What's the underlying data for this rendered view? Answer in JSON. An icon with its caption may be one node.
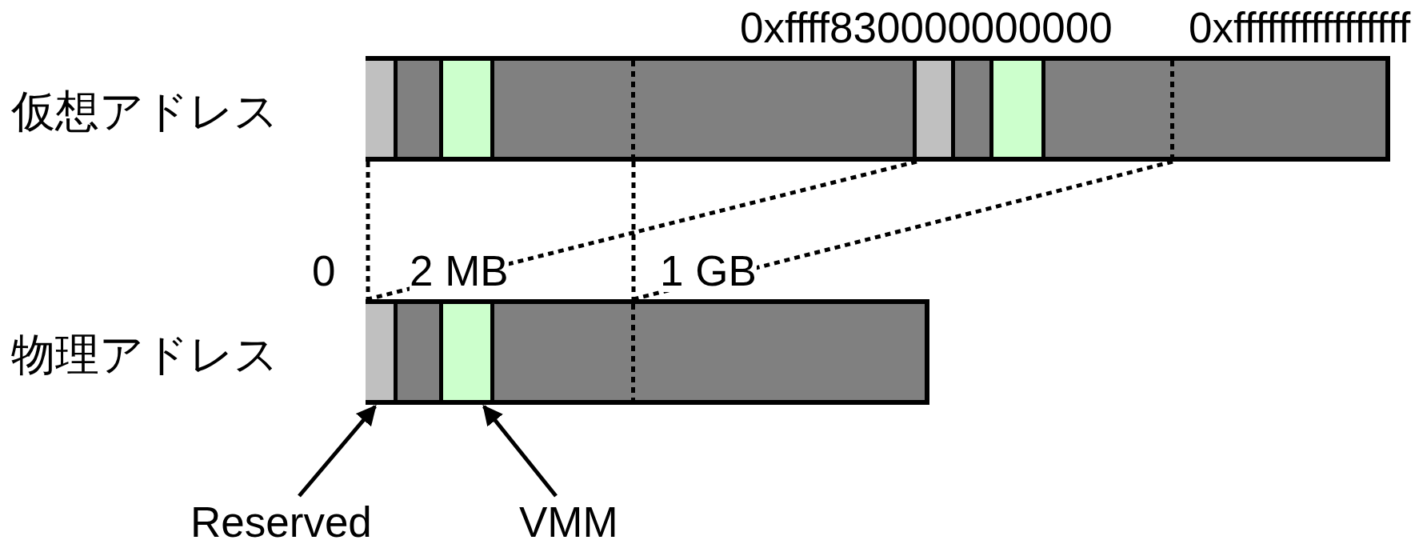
{
  "diagram": {
    "nodes": [
      {
        "text": [],
        "shape": "bar",
        "beside": [
          "仮想アドレス"
        ]
      },
      {
        "text": [],
        "shape": "bar",
        "in": 0
      },
      {
        "text": [],
        "shape": "bar",
        "in": 0
      },
      {
        "text": [],
        "shape": "bar",
        "in": 0
      },
      {
        "text": [],
        "shape": "bar",
        "in": 0
      },
      {
        "text": [],
        "shape": "bar",
        "in": 0
      },
      {
        "text": [],
        "shape": "bar",
        "in": 0
      },
      {
        "text": [],
        "shape": "bar",
        "in": 0
      },
      {
        "text": [],
        "shape": "bar",
        "in": 0
      },
      {
        "text": [],
        "shape": "bar",
        "beside": [
          "物理アドレス"
        ]
      },
      {
        "text": [],
        "shape": "bar",
        "in": 9
      },
      {
        "text": [],
        "shape": "bar",
        "in": 9
      },
      {
        "text": [],
        "shape": "bar",
        "in": 9
      },
      {
        "text": [],
        "shape": "bar",
        "in": 9
      },
      {
        "text": [
          "Reserved"
        ]
      },
      {
        "text": [
          "VMM"
        ]
      }
    ],
    "edges": [
      {
        "from": 1,
        "to": 10,
        "arrow": "none",
        "style": "dashed"
      },
      {
        "from": 4,
        "to": 13,
        "arrow": "none",
        "style": "dashed"
      },
      {
        "from": 5,
        "to": 10,
        "arrow": "none",
        "style": "dashed"
      },
      {
        "from": 8,
        "to": 13,
        "arrow": "none",
        "style": "dashed"
      },
      {
        "from": 14,
        "to": 10,
        "arrow": "to"
      },
      {
        "from": 15,
        "to": 12,
        "arrow": "to"
      }
    ],
    "labels": [
      "0xffff830000000000",
      "0xffffffffffffffff",
      "0",
      "2 MB",
      "1 GB"
    ]
  }
}
